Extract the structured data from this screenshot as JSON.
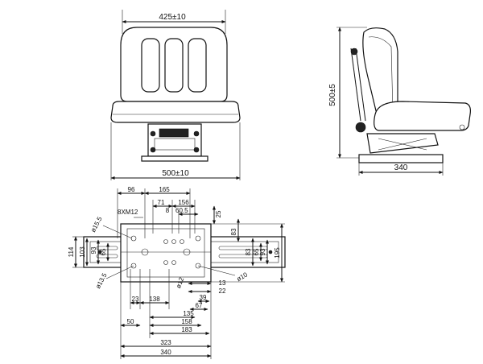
{
  "front_view": {
    "width_top": "425±10",
    "width_bottom": "500±10"
  },
  "side_view": {
    "height": "500±5",
    "base_width": "340"
  },
  "bottom_view": {
    "top_dims": [
      "96",
      "165",
      "71",
      "156",
      "60.5",
      "25"
    ],
    "hole_labels": [
      "8XM12",
      "ø15.5",
      "ø13.5",
      "ø10",
      "ø12"
    ],
    "left_dims": [
      "114",
      "103",
      "93",
      "65"
    ],
    "right_dims": [
      "83",
      "83",
      "93",
      "65",
      "195"
    ],
    "bottom_dims": [
      "23",
      "138",
      "13",
      "22",
      "39",
      "67",
      "135",
      "158",
      "183",
      "50",
      "323",
      "340"
    ],
    "small_dims": [
      "8"
    ]
  }
}
